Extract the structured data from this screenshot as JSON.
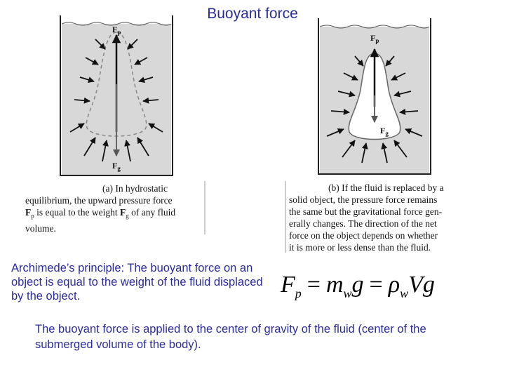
{
  "title": "Buoyant force",
  "colors": {
    "accent_text": "#2b2b9a",
    "fluid": "#d8d8d8",
    "solid_body": "#ffffff",
    "arrows": "#111111"
  },
  "figure_a": {
    "force_up": "F",
    "force_up_sub": "p",
    "force_down": "F",
    "force_down_sub": "g",
    "caption": [
      "(a) In hydrostatic",
      "equilibrium, the upward pressure force",
      "F_p is equal to the weight F_g of any fluid",
      "volume."
    ]
  },
  "figure_b": {
    "force_up": "F",
    "force_up_sub": "p",
    "force_down": "F",
    "force_down_sub": "g",
    "caption": [
      "(b) If the fluid is replaced by a",
      "solid object, the pressure force remains",
      "the same but the gravitational force gen-",
      "erally changes. The direction of the net",
      "force on the object depends on whether",
      "it is more or less dense than the fluid."
    ]
  },
  "archimedes_text": "Archimede’s principle: The buoyant force on an object is equal to the weight of the fluid displaced by the object.",
  "formula": {
    "lhs": "F",
    "lhs_sub": "p",
    "eq1": "=",
    "mid": "m",
    "mid_sub": "w",
    "mid_tail": "g",
    "eq2": "=",
    "rho": "ρ",
    "rho_sub": "w",
    "tail": "Vg"
  },
  "applied_text": "The buoyant force is applied to the center of gravity of the fluid (center of the submerged volume of the body)."
}
